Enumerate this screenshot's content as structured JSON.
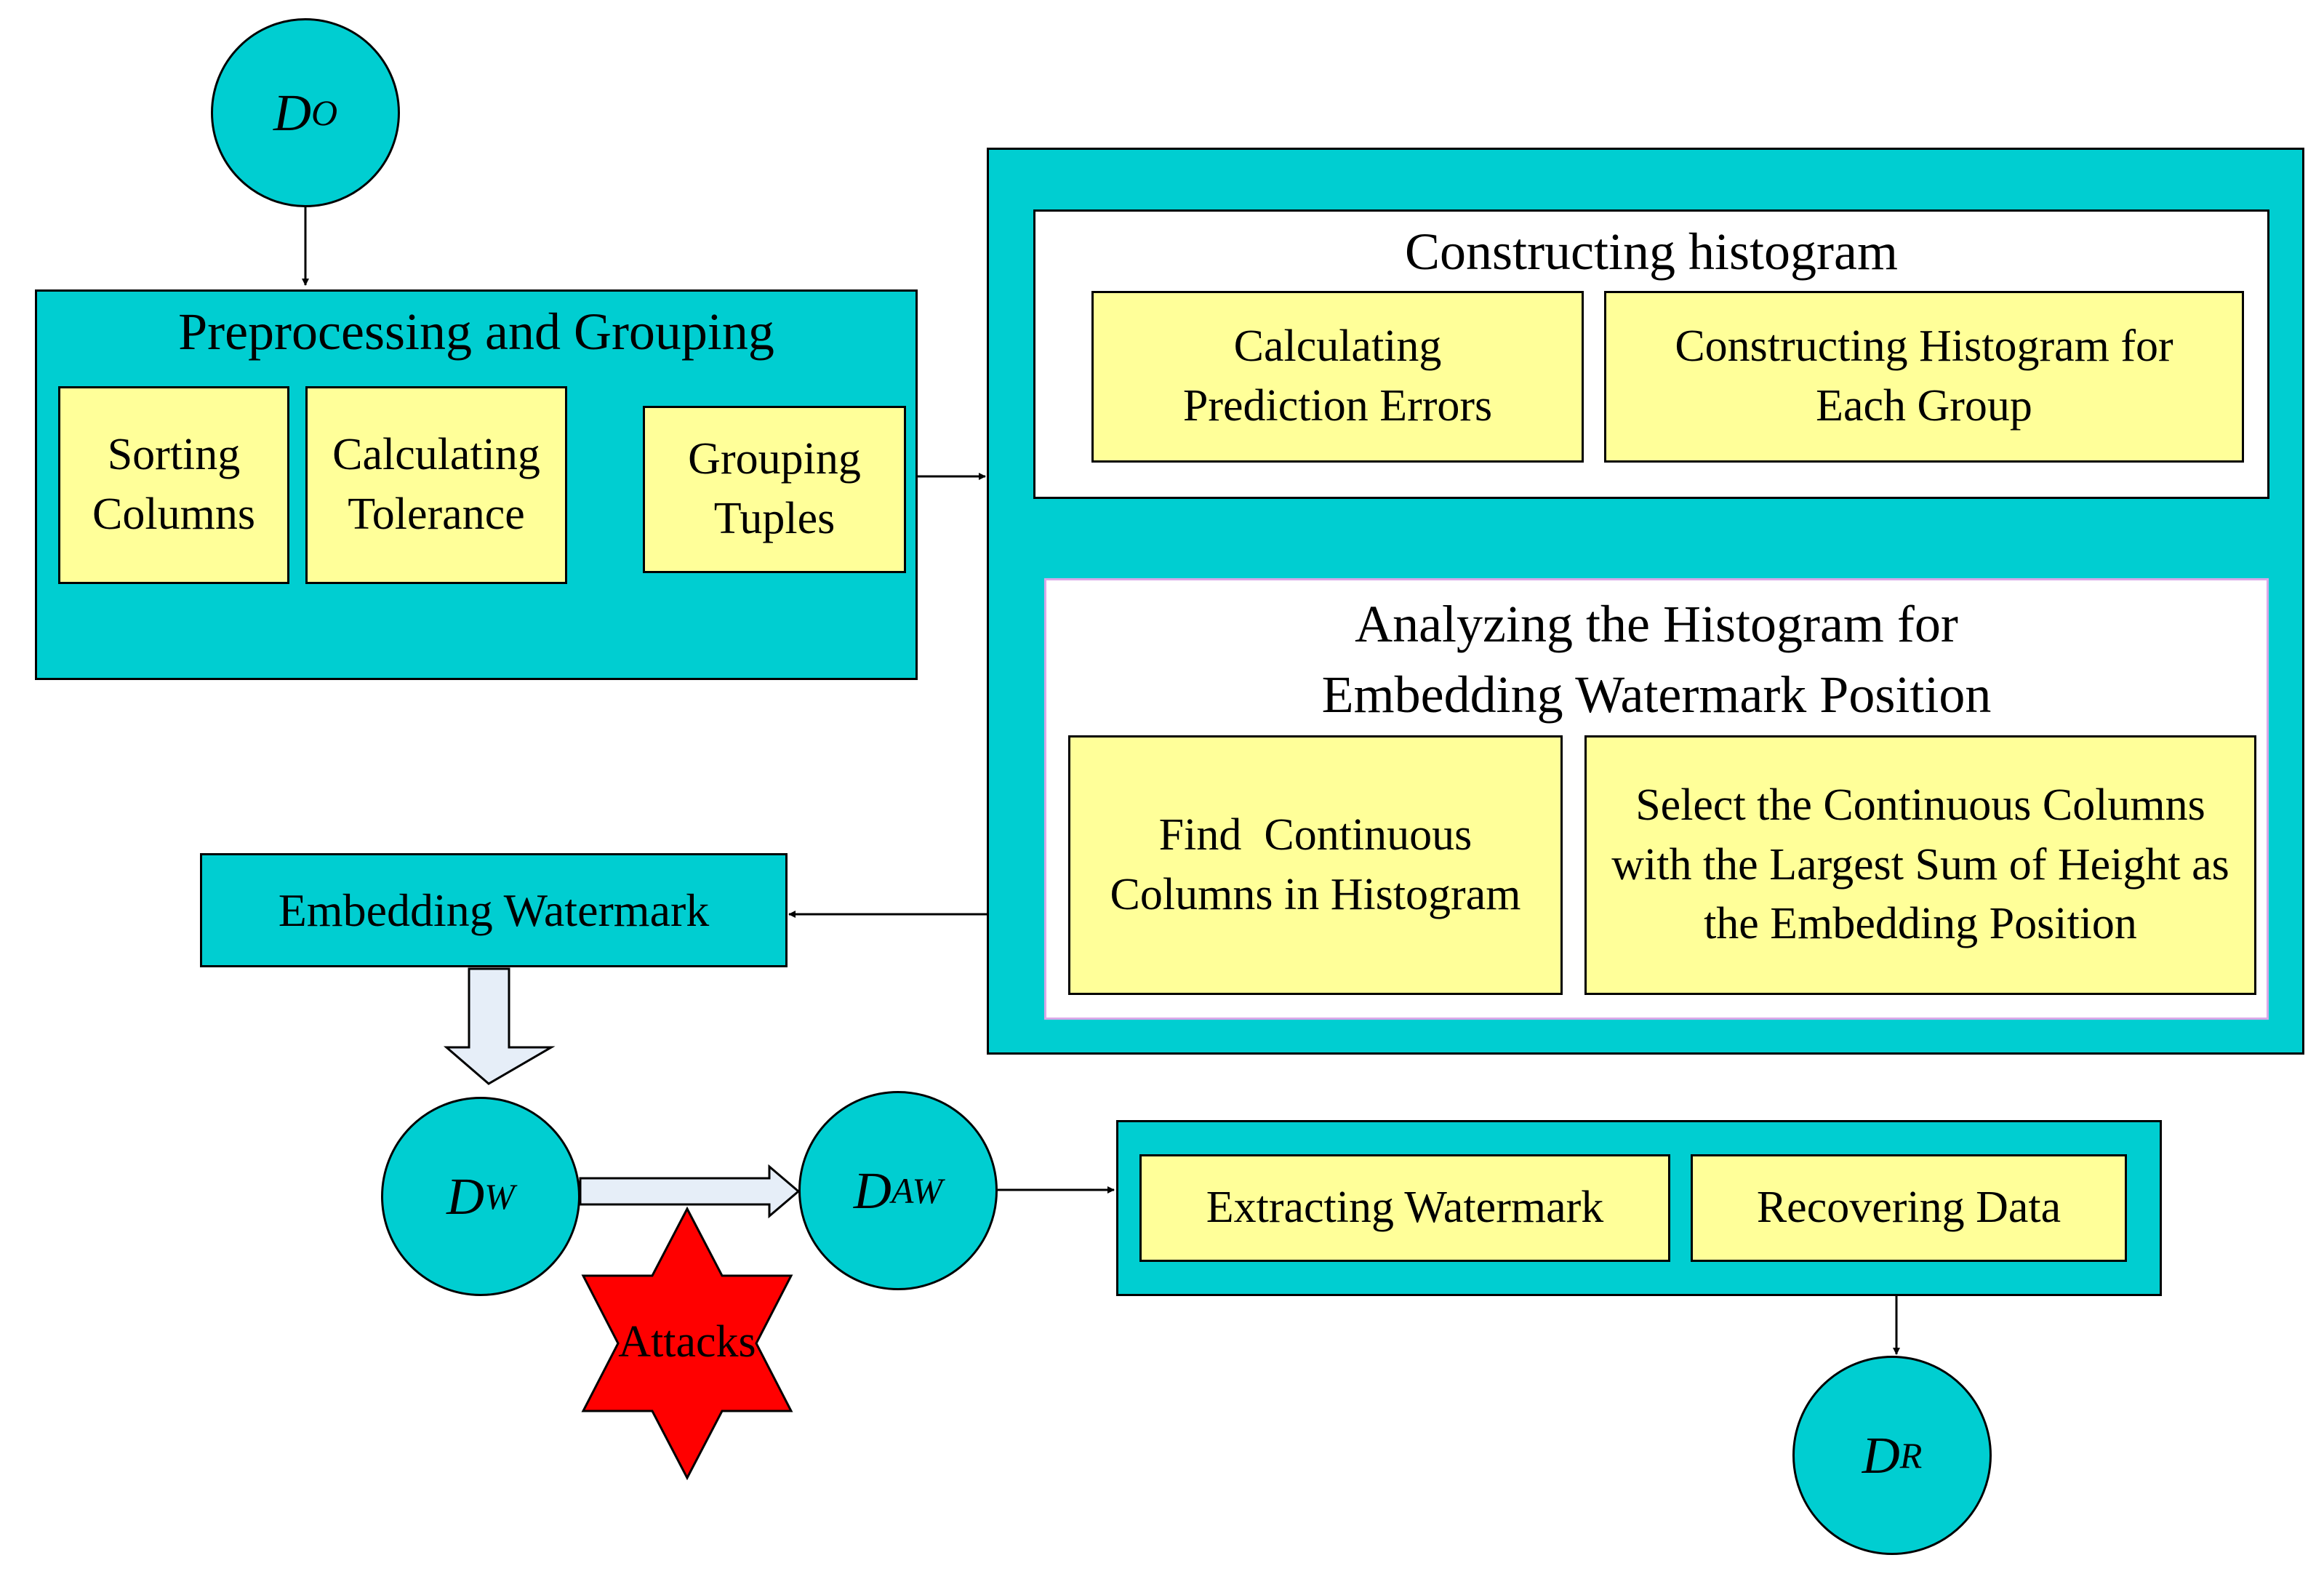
{
  "nodes": {
    "do": {
      "main": "D",
      "sub": "O"
    },
    "dw": {
      "main": "D",
      "sub": "W"
    },
    "daw": {
      "main": "D",
      "sub": "AW"
    },
    "dr": {
      "main": "D",
      "sub": "R"
    }
  },
  "preprocessing": {
    "title": "Preprocessing and Grouping",
    "sorting": "Sorting Columns",
    "tolerance": "Calculating Tolerance",
    "grouping": "Grouping Tuples"
  },
  "histogram": {
    "title": "Constructing histogram",
    "prediction": "Calculating Prediction Errors",
    "construct": "Constructing Histogram for Each Group"
  },
  "analyze": {
    "title": "Analyzing the Histogram for Embedding Watermark Position",
    "find": "Find  Continuous Columns in Histogram",
    "select": "Select the Continuous Columns with the Largest Sum of Height as the Embedding Position"
  },
  "embedding": "Embedding Watermark",
  "attacks": "Attacks",
  "extraction": {
    "extract": "Extracting Watermark",
    "recover": "Recovering Data"
  },
  "colors": {
    "teal": "#00CED1",
    "yellow": "#FFFF99",
    "attack": "#FF0000",
    "hollow_arrow": "#E6EEF8"
  }
}
